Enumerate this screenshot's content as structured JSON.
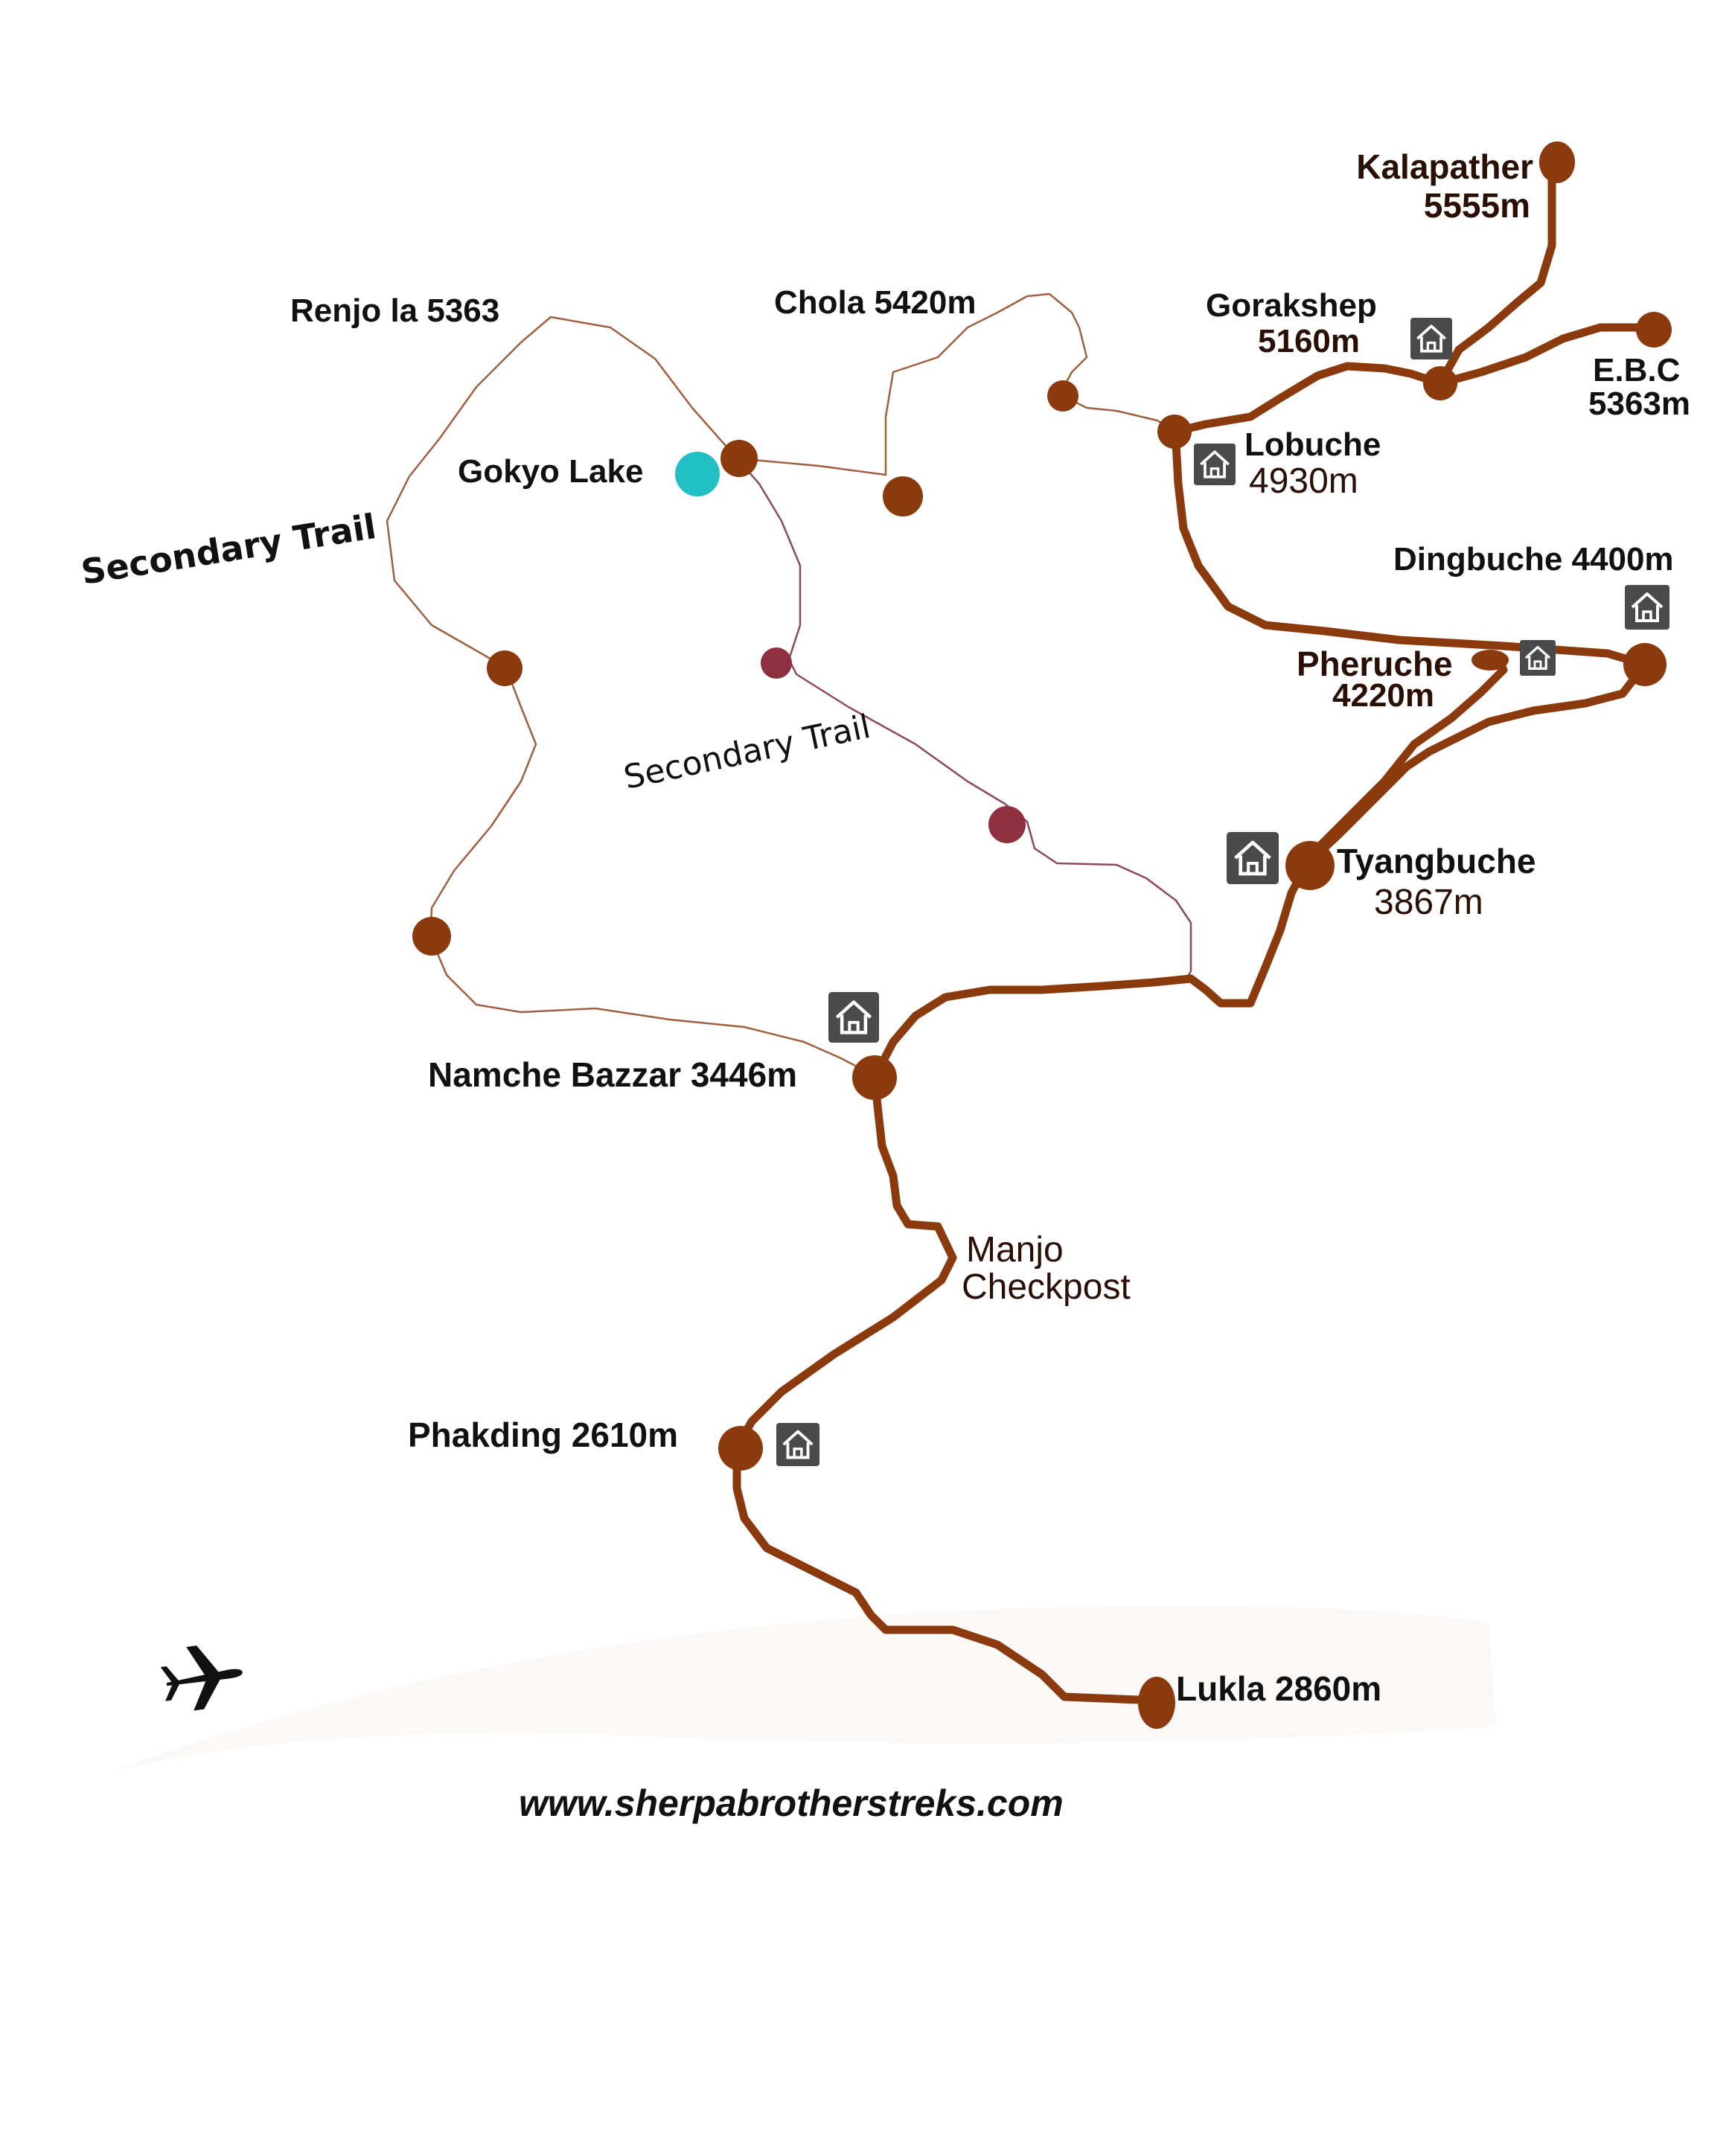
{
  "colors": {
    "main_trail": "#8b3a0e",
    "secondary_trail": "#a06040",
    "secondary_trail_alt": "#8c4a5a",
    "node": "#8b3a0e",
    "secondary_node": "#8e3040",
    "lake": "#22bfc5",
    "lodge_icon_bg": "#4a4a4a",
    "label": "#2a0f05"
  },
  "icons": {
    "lodge": "house-icon",
    "airport": "airplane-icon"
  },
  "labels": {
    "kalapather": "Kalapather",
    "kalapather_alt": "5555m",
    "gorakshep": "Gorakshep",
    "gorakshep_alt": "5160m",
    "ebc": "E.B.C",
    "ebc_alt": "5363m",
    "chola": "Chola 5420m",
    "renjo": "Renjo la 5363",
    "gokyo": "Gokyo Lake",
    "lobuche": "Lobuche",
    "lobuche_alt": "4930m",
    "dingbuche": "Dingbuche 4400m",
    "pheruche": "Pheruche",
    "pheruche_alt": "4220m",
    "tyangbuche": "Tyangbuche",
    "tyangbuche_alt": "3867m",
    "namche": "Namche Bazzar 3446m",
    "manjo_line1": "Manjo",
    "manjo_line2": "Checkpost",
    "phakding": "Phakding 2610m",
    "lukla": "Lukla 2860m",
    "secondary_trail_1": "Secondary Trail",
    "secondary_trail_2": "Secondary Trail"
  },
  "footer": {
    "url": "www.sherpabrotherstreks.com"
  }
}
